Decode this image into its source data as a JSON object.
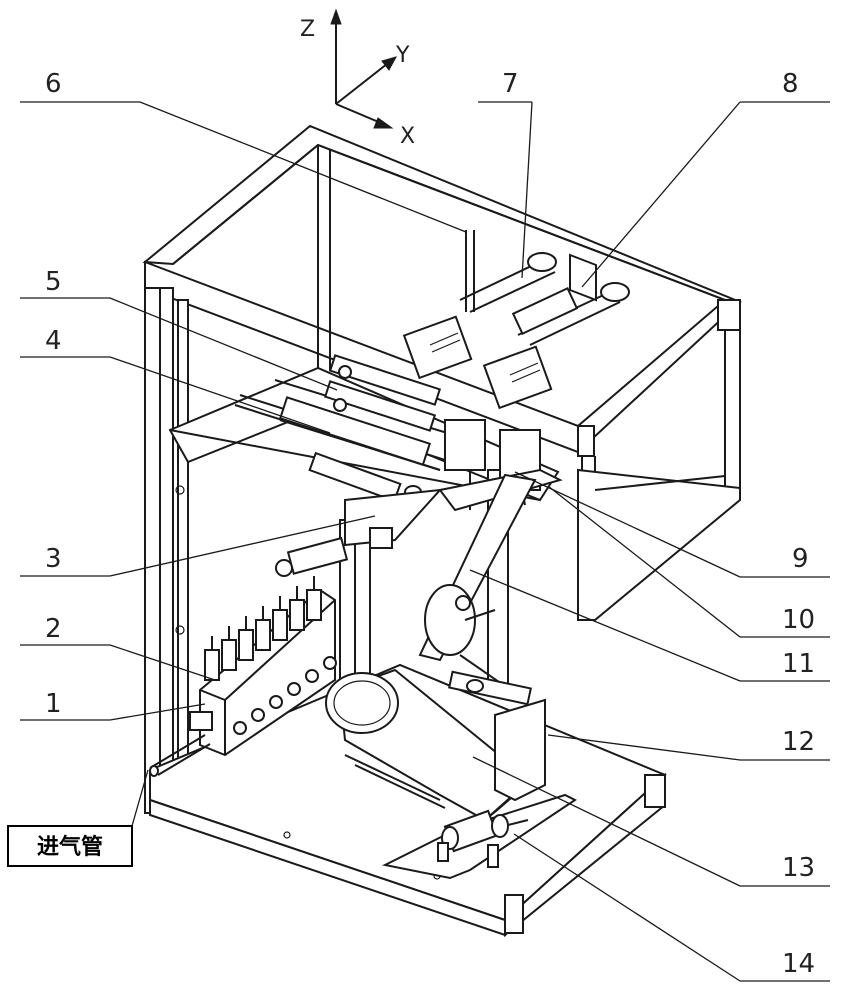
{
  "axes": {
    "z": "Z",
    "y": "Y",
    "x": "X"
  },
  "labels": {
    "l1": "1",
    "l2": "2",
    "l3": "3",
    "l4": "4",
    "l5": "5",
    "l6": "6",
    "l7": "7",
    "l8": "8",
    "l9": "9",
    "l10": "10",
    "l11": "11",
    "l12": "12",
    "l13": "13",
    "l14": "14"
  },
  "inlet_label": "进气管"
}
